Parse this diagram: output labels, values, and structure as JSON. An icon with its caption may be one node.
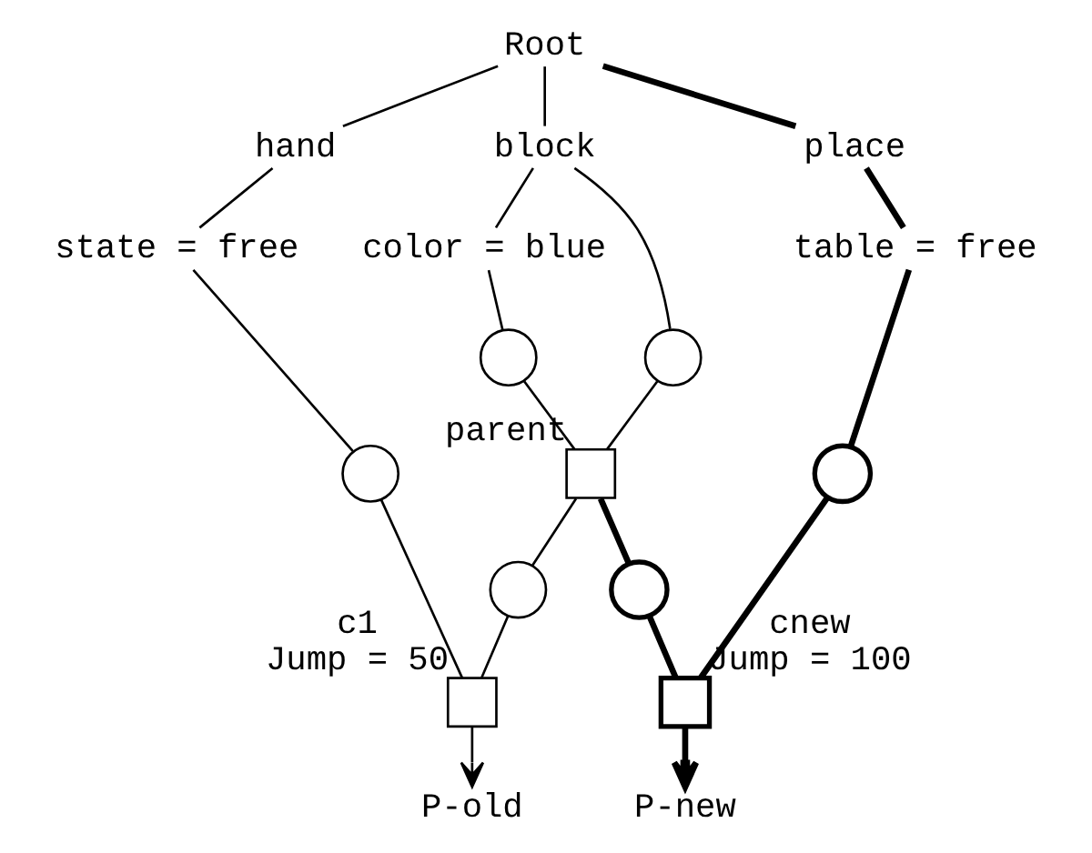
{
  "diagram": {
    "nodes": [
      {
        "text": [
          "Root"
        ]
      },
      {
        "text": [
          "block"
        ]
      },
      {
        "text": [
          "hand"
        ]
      },
      {
        "text": [
          "place"
        ]
      },
      {
        "text": [
          "color = blue"
        ]
      },
      {
        "text": [],
        "shape": "circle"
      },
      {
        "text": [],
        "shape": "circle"
      },
      {
        "text": [
          "state = free"
        ]
      },
      {
        "text": [],
        "shape": "box",
        "beside": [
          "parent"
        ]
      },
      {
        "text": [
          "table = free"
        ]
      },
      {
        "text": [],
        "shape": "circle"
      },
      {
        "text": [],
        "shape": "circle"
      },
      {
        "text": [],
        "shape": "box",
        "beside": [
          "c1",
          "Jump = 50"
        ]
      },
      {
        "text": [],
        "shape": "circle"
      },
      {
        "text": [],
        "shape": "circle"
      },
      {
        "text": [],
        "shape": "box",
        "beside": [
          "cnew",
          "Jump = 100"
        ]
      },
      {
        "text": [
          "P-old"
        ]
      },
      {
        "text": [
          "P-new"
        ]
      }
    ],
    "edges": [
      {
        "from": 0,
        "to": 1,
        "arrow": "none"
      },
      {
        "from": 0,
        "to": 2,
        "arrow": "none"
      },
      {
        "from": 0,
        "to": 3,
        "arrow": "none",
        "style": "thick"
      },
      {
        "from": 1,
        "to": 4,
        "arrow": "none"
      },
      {
        "from": 1,
        "to": 6,
        "arrow": "none"
      },
      {
        "from": 2,
        "to": 7,
        "arrow": "none"
      },
      {
        "from": 3,
        "to": 9,
        "arrow": "none",
        "style": "thick"
      },
      {
        "from": 4,
        "to": 5,
        "arrow": "none"
      },
      {
        "from": 5,
        "to": 8,
        "arrow": "none"
      },
      {
        "from": 6,
        "to": 8,
        "arrow": "none"
      },
      {
        "from": 8,
        "to": 10,
        "arrow": "none"
      },
      {
        "from": 7,
        "to": 11,
        "arrow": "none"
      },
      {
        "from": 10,
        "to": 12,
        "arrow": "none"
      },
      {
        "from": 11,
        "to": 12,
        "arrow": "none"
      },
      {
        "from": 8,
        "to": 13,
        "arrow": "none",
        "style": "thick"
      },
      {
        "from": 9,
        "to": 14,
        "arrow": "none",
        "style": "thick"
      },
      {
        "from": 13,
        "to": 15,
        "arrow": "none",
        "style": "thick"
      },
      {
        "from": 14,
        "to": 15,
        "arrow": "none",
        "style": "thick"
      },
      {
        "from": 12,
        "to": 16,
        "arrow": "to"
      },
      {
        "from": 15,
        "to": 17,
        "arrow": "to",
        "style": "thick"
      }
    ]
  }
}
